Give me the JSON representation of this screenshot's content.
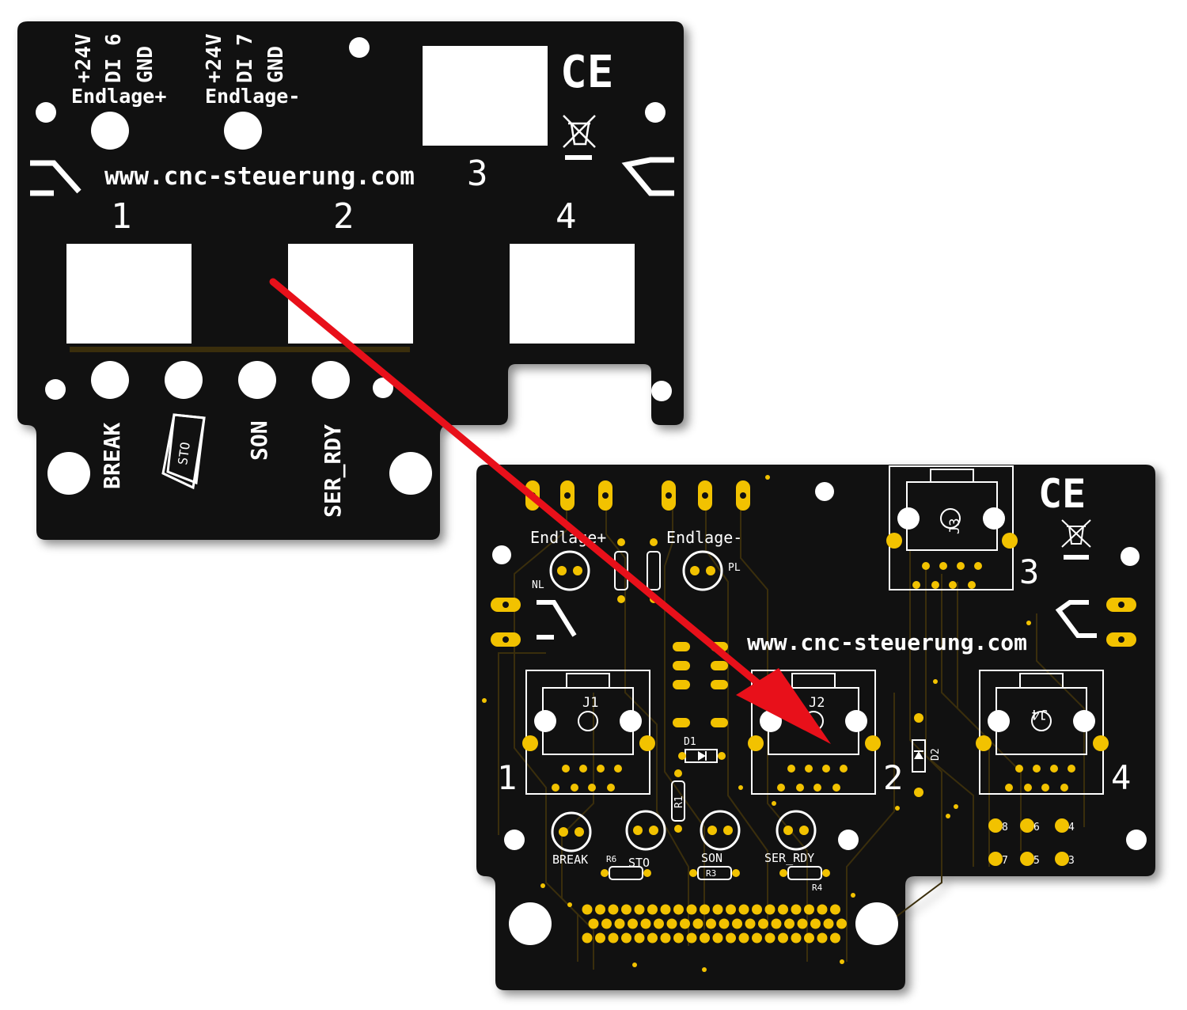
{
  "front_panel": {
    "vertical_labels": [
      "+24V",
      "DI 6",
      "GND",
      "+24V",
      "DI 7",
      "GND"
    ],
    "endlage_plus": "Endlage+",
    "endlage_minus": "Endlage-",
    "url": "www.cnc-steuerung.com",
    "port_numbers": [
      "1",
      "2",
      "3",
      "4"
    ],
    "bottom_labels": [
      "BREAK",
      "STO",
      "SON",
      "SER_RDY"
    ],
    "ce_mark": "CE"
  },
  "pcb": {
    "endlage_plus": "Endlage+",
    "endlage_minus": "Endlage-",
    "led_nl": "NL",
    "led_pl": "PL",
    "url": "www.cnc-steuerung.com",
    "connector_labels": [
      "J1",
      "J2",
      "J3",
      "J4"
    ],
    "port_numbers": [
      "1",
      "2",
      "3",
      "4"
    ],
    "diode_labels": [
      "D1",
      "D2"
    ],
    "resistor_labels": [
      "R1",
      "R6",
      "R3",
      "R4"
    ],
    "bottom_labels": [
      "BREAK",
      "STO",
      "SON",
      "SER_RDY"
    ],
    "pin_labels": [
      "8",
      "6",
      "4",
      "7",
      "5",
      "3"
    ],
    "ce_mark": "CE"
  },
  "colors": {
    "board": "#111111",
    "silkscreen": "#ffffff",
    "copper": "#f2c200",
    "trace": "#3a2e0c",
    "arrow": "#e8101a"
  },
  "icons": [
    "limit-switch-open-icon",
    "limit-switch-closed-icon",
    "weee-bin-icon",
    "ce-mark-icon",
    "sto-door-icon",
    "arrow-icon"
  ]
}
